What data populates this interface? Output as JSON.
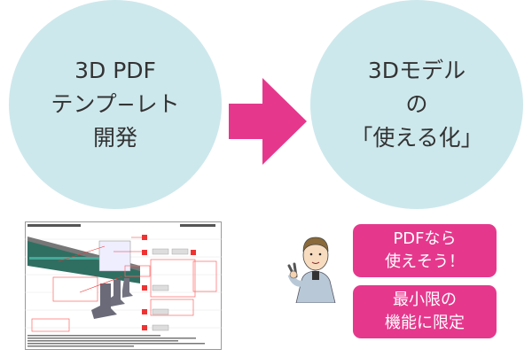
{
  "left_circle": {
    "lines": [
      "3D PDF",
      "テンプ−レト",
      "開発"
    ]
  },
  "right_circle": {
    "lines": [
      "3Dモデル",
      "の",
      "「使える化」"
    ]
  },
  "speech_boxes": [
    {
      "lines": [
        "PDFなら",
        "使えそう！"
      ]
    },
    {
      "lines": [
        "最小限の",
        "機能に限定"
      ]
    }
  ],
  "colors": {
    "circle": "#cde8ec",
    "accent": "#e5388d",
    "text": "#333333"
  }
}
